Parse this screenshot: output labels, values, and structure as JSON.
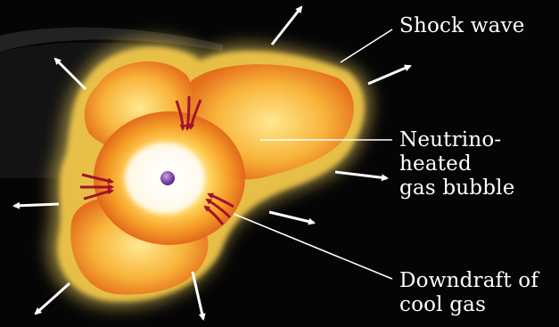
{
  "labels": {
    "shock_wave": "Shock wave",
    "bubble": [
      "Neutrino-",
      "heated",
      "gas bubble"
    ],
    "downdraft": [
      "Downdraft of",
      "cool gas"
    ]
  },
  "colors": {
    "background": "#050505",
    "shock_front": "#f2c84a",
    "hot_core": "#fff7d0",
    "outflow_arrow": "#ffffff",
    "downdraft_arrow": "#a3122a",
    "neutron_star": "#7a3fa0"
  }
}
